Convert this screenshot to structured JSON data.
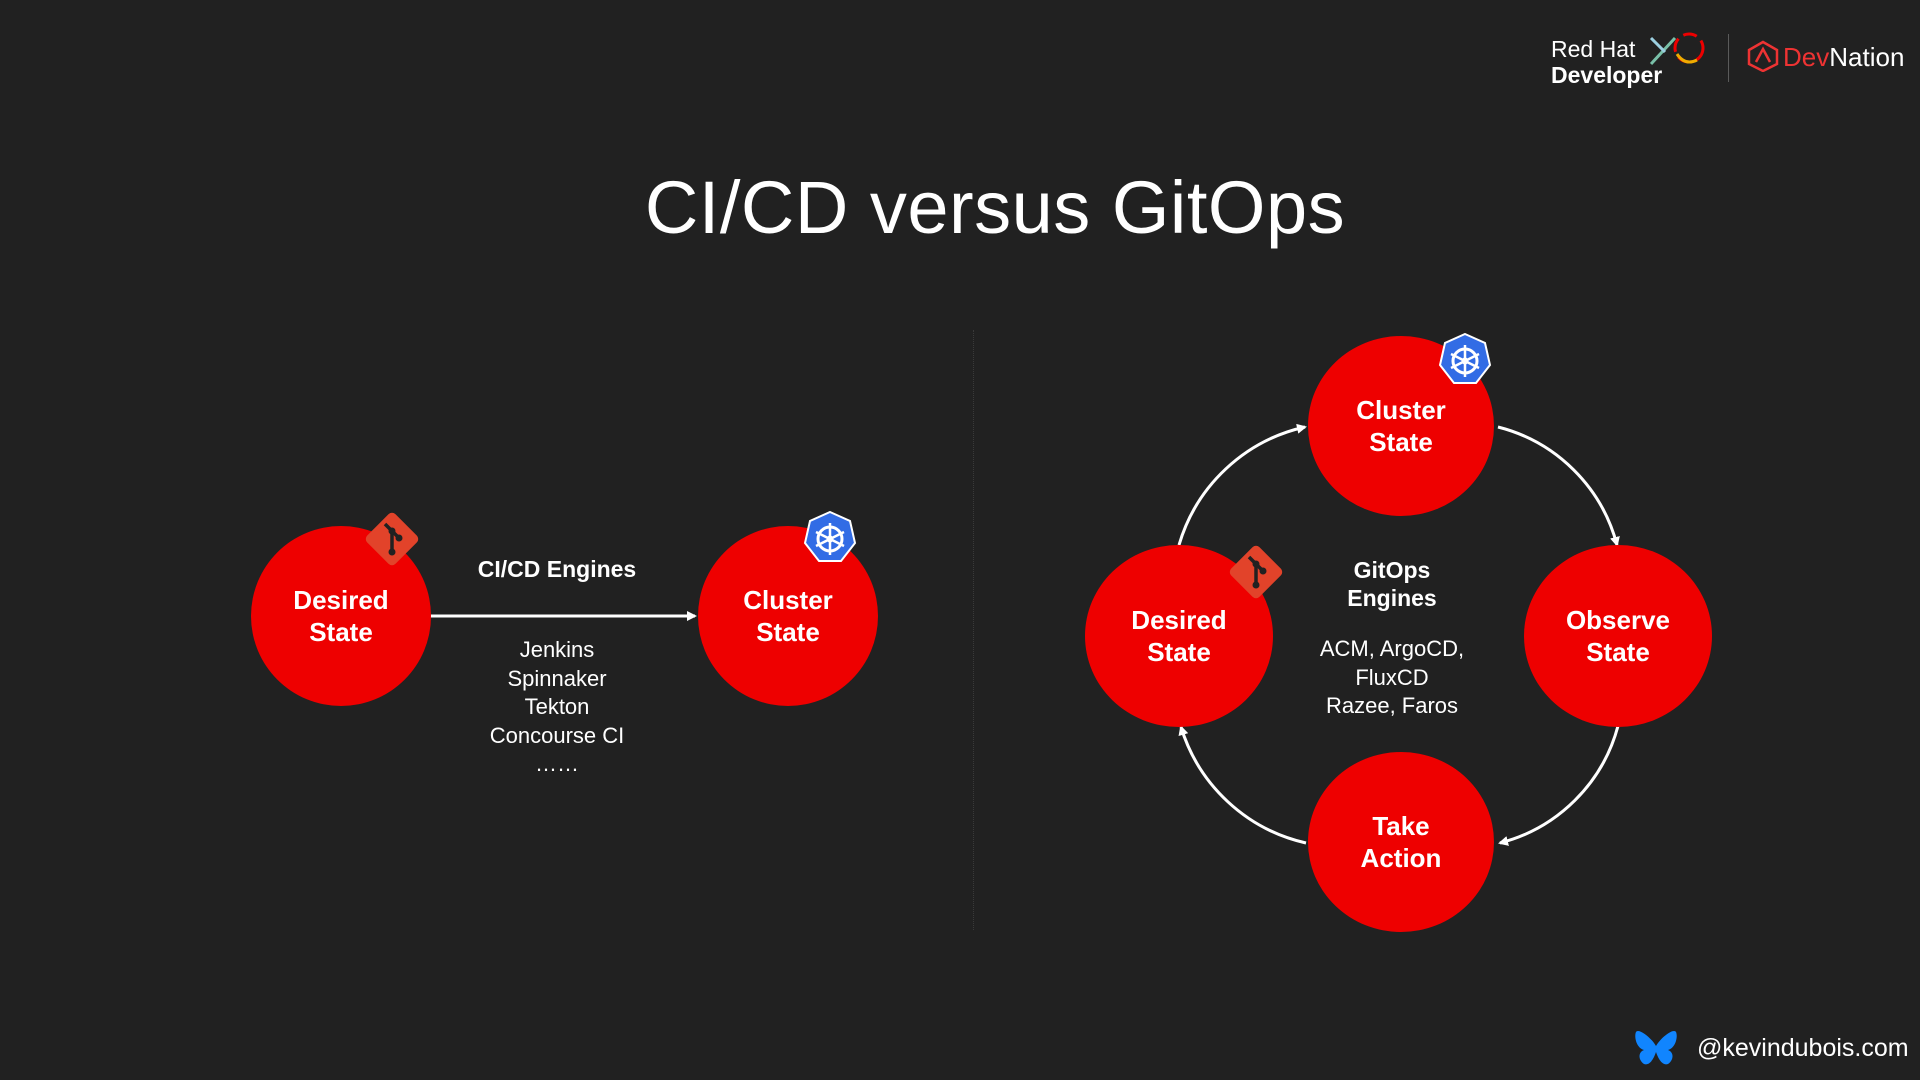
{
  "header": {
    "title": "CI/CD versus GitOps",
    "brand_redhat_line1": "Red Hat",
    "brand_redhat_line2": "Developer",
    "brand_devnation_dev": "Dev",
    "brand_devnation_nation": "Nation"
  },
  "cicd": {
    "desired_state": "Desired\nState",
    "cluster_state": "Cluster\nState",
    "engines_title": "CI/CD Engines",
    "engines_list": "Jenkins\nSpinnaker\nTekton\nConcourse CI\n……"
  },
  "gitops": {
    "cluster_state": "Cluster\nState",
    "observe_state": "Observe\nState",
    "take_action": "Take\nAction",
    "desired_state": "Desired\nState",
    "engines_title": "GitOps\nEngines",
    "engines_list": "ACM, ArgoCD,\nFluxCD\nRazee, Faros"
  },
  "footer": {
    "handle": "@kevindubois.com"
  },
  "colors": {
    "background": "#212121",
    "node_red": "#ee0000",
    "git_icon": "#e2432a",
    "k8s_icon": "#326ce5",
    "arrow": "#ffffff"
  },
  "icons": [
    "git-icon",
    "kubernetes-icon",
    "butterfly-icon",
    "redhat-infinity-icon",
    "devnation-icon"
  ]
}
